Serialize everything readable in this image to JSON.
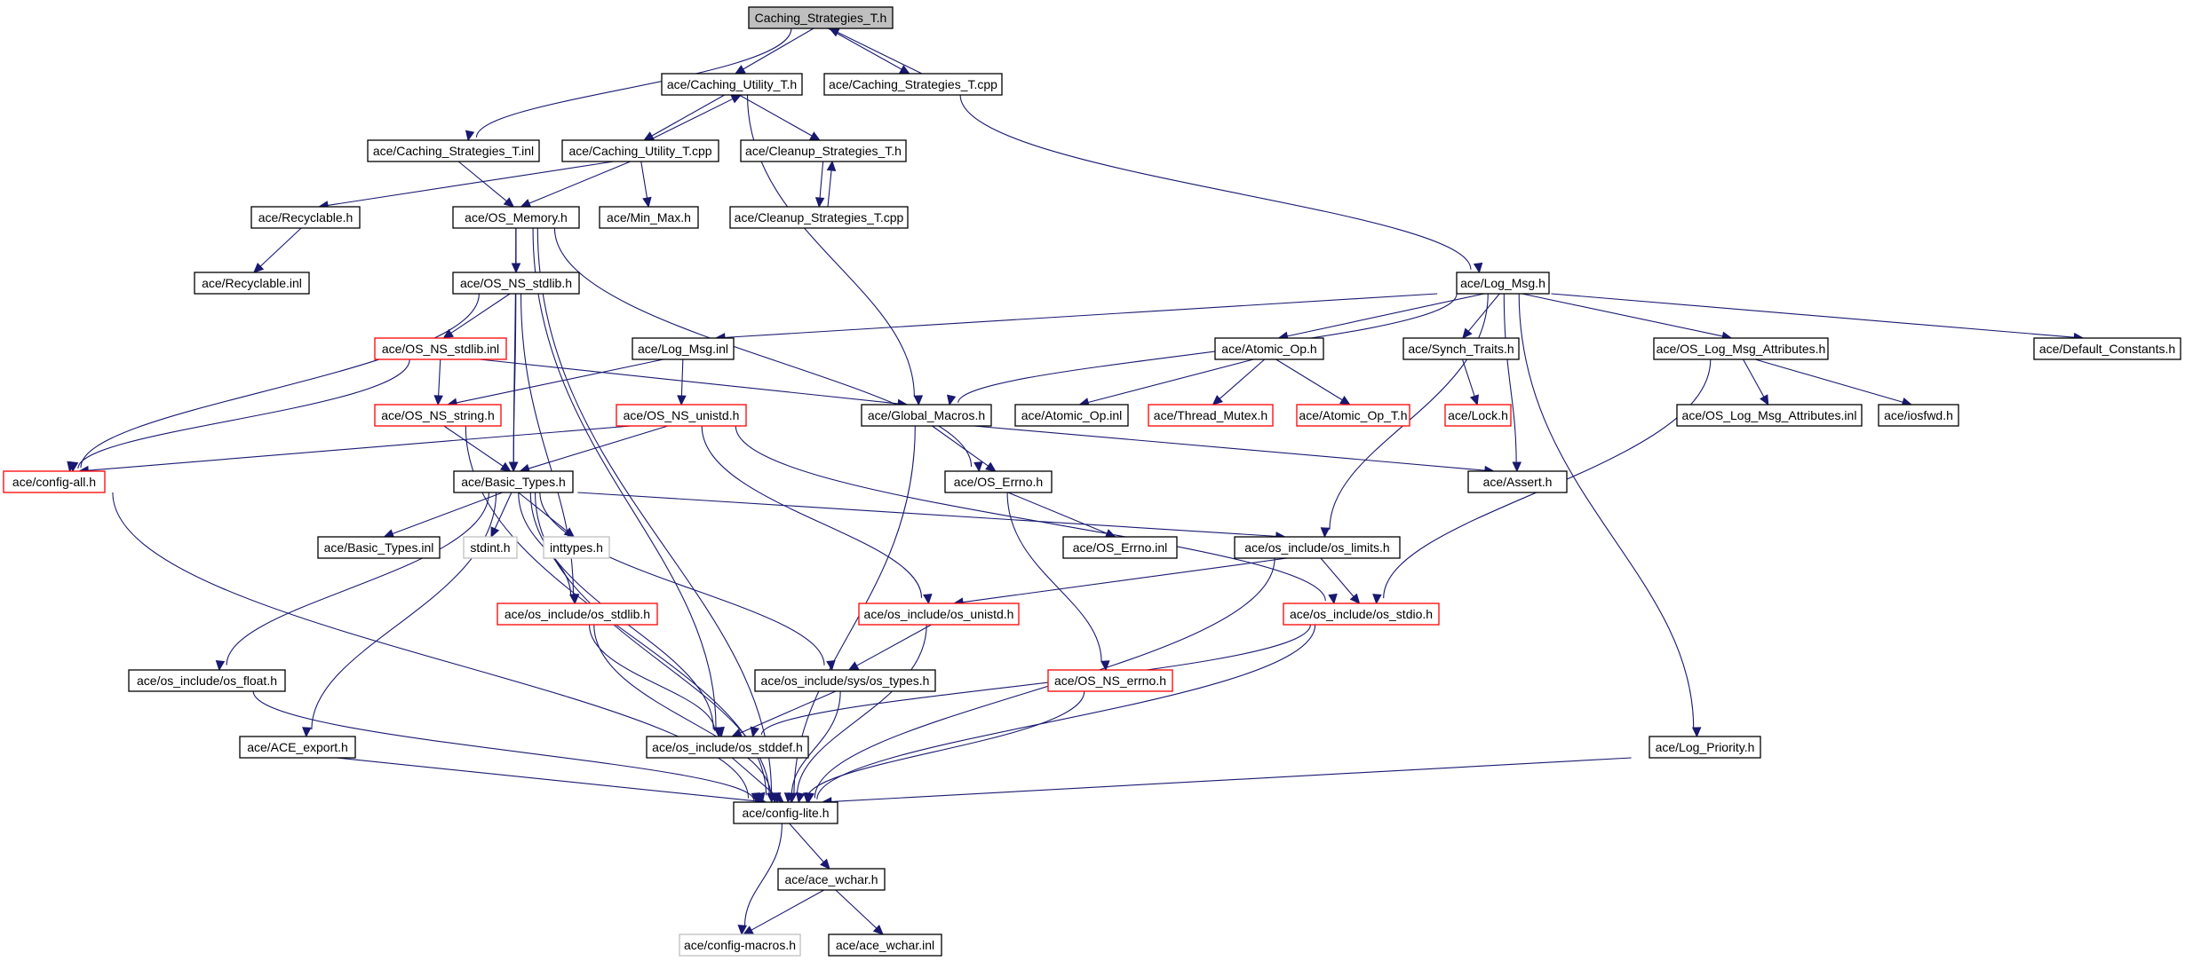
{
  "colors": {
    "edge": "#191970",
    "border_normal": "#000000",
    "border_truncated": "#ff0000",
    "border_external": "#bfbfbf",
    "fill_root": "#bfbfbf",
    "fill_default": "#ffffff",
    "text": "#000000"
  },
  "nodes": [
    {
      "id": "root",
      "label": "Caching_Strategies_T.h",
      "kind": "root"
    },
    {
      "id": "cu_h",
      "label": "ace/Caching_Utility_T.h",
      "kind": "normal"
    },
    {
      "id": "cs_cpp",
      "label": "ace/Caching_Strategies_T.cpp",
      "kind": "normal"
    },
    {
      "id": "cs_inl",
      "label": "ace/Caching_Strategies_T.inl",
      "kind": "normal"
    },
    {
      "id": "cu_cpp",
      "label": "ace/Caching_Utility_T.cpp",
      "kind": "normal"
    },
    {
      "id": "cl_h",
      "label": "ace/Cleanup_Strategies_T.h",
      "kind": "normal"
    },
    {
      "id": "recyc_h",
      "label": "ace/Recyclable.h",
      "kind": "normal"
    },
    {
      "id": "osmem",
      "label": "ace/OS_Memory.h",
      "kind": "normal"
    },
    {
      "id": "minmax",
      "label": "ace/Min_Max.h",
      "kind": "normal"
    },
    {
      "id": "cl_cpp",
      "label": "ace/Cleanup_Strategies_T.cpp",
      "kind": "normal"
    },
    {
      "id": "recyc_inl",
      "label": "ace/Recyclable.inl",
      "kind": "normal"
    },
    {
      "id": "ns_stdlib_h",
      "label": "ace/OS_NS_stdlib.h",
      "kind": "normal"
    },
    {
      "id": "logmsg_h",
      "label": "ace/Log_Msg.h",
      "kind": "normal"
    },
    {
      "id": "ns_stdlib_inl",
      "label": "ace/OS_NS_stdlib.inl",
      "kind": "truncated"
    },
    {
      "id": "logmsg_inl",
      "label": "ace/Log_Msg.inl",
      "kind": "normal"
    },
    {
      "id": "atomic_h",
      "label": "ace/Atomic_Op.h",
      "kind": "normal"
    },
    {
      "id": "synch",
      "label": "ace/Synch_Traits.h",
      "kind": "normal"
    },
    {
      "id": "logattr_h",
      "label": "ace/OS_Log_Msg_Attributes.h",
      "kind": "normal"
    },
    {
      "id": "defconst",
      "label": "ace/Default_Constants.h",
      "kind": "normal"
    },
    {
      "id": "ns_string",
      "label": "ace/OS_NS_string.h",
      "kind": "truncated"
    },
    {
      "id": "ns_unistd",
      "label": "ace/OS_NS_unistd.h",
      "kind": "truncated"
    },
    {
      "id": "globmac",
      "label": "ace/Global_Macros.h",
      "kind": "normal"
    },
    {
      "id": "atomic_inl",
      "label": "ace/Atomic_Op.inl",
      "kind": "normal"
    },
    {
      "id": "thrmutex",
      "label": "ace/Thread_Mutex.h",
      "kind": "truncated"
    },
    {
      "id": "atomic_t",
      "label": "ace/Atomic_Op_T.h",
      "kind": "truncated"
    },
    {
      "id": "lock",
      "label": "ace/Lock.h",
      "kind": "truncated"
    },
    {
      "id": "logattr_inl",
      "label": "ace/OS_Log_Msg_Attributes.inl",
      "kind": "normal"
    },
    {
      "id": "iosfwd",
      "label": "ace/iosfwd.h",
      "kind": "normal"
    },
    {
      "id": "cfgall",
      "label": "ace/config-all.h",
      "kind": "truncated"
    },
    {
      "id": "basic_h",
      "label": "ace/Basic_Types.h",
      "kind": "normal"
    },
    {
      "id": "oserrno_h",
      "label": "ace/OS_Errno.h",
      "kind": "normal"
    },
    {
      "id": "assert",
      "label": "ace/Assert.h",
      "kind": "normal"
    },
    {
      "id": "basic_inl",
      "label": "ace/Basic_Types.inl",
      "kind": "normal"
    },
    {
      "id": "stdint",
      "label": "stdint.h",
      "kind": "external"
    },
    {
      "id": "inttypes",
      "label": "inttypes.h",
      "kind": "external"
    },
    {
      "id": "oserrno_inl",
      "label": "ace/OS_Errno.inl",
      "kind": "normal"
    },
    {
      "id": "oslimits",
      "label": "ace/os_include/os_limits.h",
      "kind": "normal"
    },
    {
      "id": "os_stdlib",
      "label": "ace/os_include/os_stdlib.h",
      "kind": "truncated"
    },
    {
      "id": "os_unistd",
      "label": "ace/os_include/os_unistd.h",
      "kind": "truncated"
    },
    {
      "id": "os_stdio",
      "label": "ace/os_include/os_stdio.h",
      "kind": "truncated"
    },
    {
      "id": "osfloat",
      "label": "ace/os_include/os_float.h",
      "kind": "normal"
    },
    {
      "id": "systypes",
      "label": "ace/os_include/sys/os_types.h",
      "kind": "normal"
    },
    {
      "id": "ns_errno",
      "label": "ace/OS_NS_errno.h",
      "kind": "truncated"
    },
    {
      "id": "aceexport",
      "label": "ace/ACE_export.h",
      "kind": "normal"
    },
    {
      "id": "stddef",
      "label": "ace/os_include/os_stddef.h",
      "kind": "normal"
    },
    {
      "id": "logprio",
      "label": "ace/Log_Priority.h",
      "kind": "normal"
    },
    {
      "id": "cfglite",
      "label": "ace/config-lite.h",
      "kind": "normal"
    },
    {
      "id": "wchar_h",
      "label": "ace/ace_wchar.h",
      "kind": "normal"
    },
    {
      "id": "cfgmacros",
      "label": "ace/config-macros.h",
      "kind": "external"
    },
    {
      "id": "wchar_inl",
      "label": "ace/ace_wchar.inl",
      "kind": "normal"
    }
  ],
  "edges": [
    [
      "root",
      "cu_h"
    ],
    [
      "root",
      "cs_cpp"
    ],
    [
      "root",
      "cs_inl"
    ],
    [
      "cs_cpp",
      "root"
    ],
    [
      "cu_h",
      "cu_cpp"
    ],
    [
      "cu_cpp",
      "cu_h"
    ],
    [
      "cu_h",
      "cl_h"
    ],
    [
      "cu_h",
      "globmac"
    ],
    [
      "cs_cpp",
      "logmsg_h"
    ],
    [
      "cs_inl",
      "osmem"
    ],
    [
      "cu_cpp",
      "recyc_h"
    ],
    [
      "cu_cpp",
      "osmem"
    ],
    [
      "cu_cpp",
      "minmax"
    ],
    [
      "cl_h",
      "cl_cpp"
    ],
    [
      "cl_cpp",
      "cl_h"
    ],
    [
      "recyc_h",
      "recyc_inl"
    ],
    [
      "osmem",
      "ns_stdlib_h"
    ],
    [
      "osmem",
      "basic_h"
    ],
    [
      "osmem",
      "stddef"
    ],
    [
      "osmem",
      "oserrno_h"
    ],
    [
      "osmem",
      "cfglite"
    ],
    [
      "ns_stdlib_h",
      "ns_stdlib_inl"
    ],
    [
      "ns_stdlib_h",
      "cfgall"
    ],
    [
      "ns_stdlib_h",
      "basic_h"
    ],
    [
      "ns_stdlib_h",
      "os_stdlib"
    ],
    [
      "ns_stdlib_inl",
      "ns_string"
    ],
    [
      "ns_stdlib_inl",
      "cfgall"
    ],
    [
      "ns_stdlib_inl",
      "globmac"
    ],
    [
      "logmsg_h",
      "logmsg_inl"
    ],
    [
      "logmsg_h",
      "globmac"
    ],
    [
      "logmsg_h",
      "atomic_h"
    ],
    [
      "logmsg_h",
      "synch"
    ],
    [
      "logmsg_h",
      "logattr_h"
    ],
    [
      "logmsg_h",
      "defconst"
    ],
    [
      "logmsg_h",
      "assert"
    ],
    [
      "logmsg_h",
      "oslimits"
    ],
    [
      "logmsg_h",
      "logprio"
    ],
    [
      "logmsg_inl",
      "ns_string"
    ],
    [
      "logmsg_inl",
      "ns_unistd"
    ],
    [
      "atomic_h",
      "atomic_inl"
    ],
    [
      "atomic_h",
      "thrmutex"
    ],
    [
      "atomic_h",
      "atomic_t"
    ],
    [
      "synch",
      "lock"
    ],
    [
      "logattr_h",
      "logattr_inl"
    ],
    [
      "logattr_h",
      "iosfwd"
    ],
    [
      "logattr_h",
      "os_stdio"
    ],
    [
      "ns_string",
      "basic_h"
    ],
    [
      "ns_string",
      "cfglite"
    ],
    [
      "ns_unistd",
      "cfgall"
    ],
    [
      "ns_unistd",
      "basic_h"
    ],
    [
      "ns_unistd",
      "os_unistd"
    ],
    [
      "ns_unistd",
      "os_stdio"
    ],
    [
      "globmac",
      "oserrno_h"
    ],
    [
      "globmac",
      "assert"
    ],
    [
      "globmac",
      "cfglite"
    ],
    [
      "cfgall",
      "cfglite"
    ],
    [
      "basic_h",
      "basic_inl"
    ],
    [
      "basic_h",
      "stdint"
    ],
    [
      "basic_h",
      "inttypes"
    ],
    [
      "basic_h",
      "osfloat"
    ],
    [
      "basic_h",
      "aceexport"
    ],
    [
      "basic_h",
      "cfglite"
    ],
    [
      "basic_h",
      "os_stdlib"
    ],
    [
      "basic_h",
      "stddef"
    ],
    [
      "basic_h",
      "systypes"
    ],
    [
      "basic_h",
      "oslimits"
    ],
    [
      "oserrno_h",
      "oserrno_inl"
    ],
    [
      "oserrno_h",
      "ns_errno"
    ],
    [
      "oslimits",
      "os_unistd"
    ],
    [
      "oslimits",
      "os_stdio"
    ],
    [
      "oslimits",
      "cfglite"
    ],
    [
      "os_stdlib",
      "stddef"
    ],
    [
      "os_stdlib",
      "cfglite"
    ],
    [
      "os_unistd",
      "systypes"
    ],
    [
      "os_unistd",
      "cfglite"
    ],
    [
      "os_stdio",
      "stddef"
    ],
    [
      "os_stdio",
      "cfglite"
    ],
    [
      "osfloat",
      "cfglite"
    ],
    [
      "systypes",
      "stddef"
    ],
    [
      "systypes",
      "cfglite"
    ],
    [
      "ns_errno",
      "cfglite"
    ],
    [
      "aceexport",
      "cfglite"
    ],
    [
      "stddef",
      "cfglite"
    ],
    [
      "logprio",
      "cfglite"
    ],
    [
      "cfglite",
      "wchar_h"
    ],
    [
      "cfglite",
      "cfgmacros"
    ],
    [
      "wchar_h",
      "cfgmacros"
    ],
    [
      "wchar_h",
      "wchar_inl"
    ]
  ]
}
